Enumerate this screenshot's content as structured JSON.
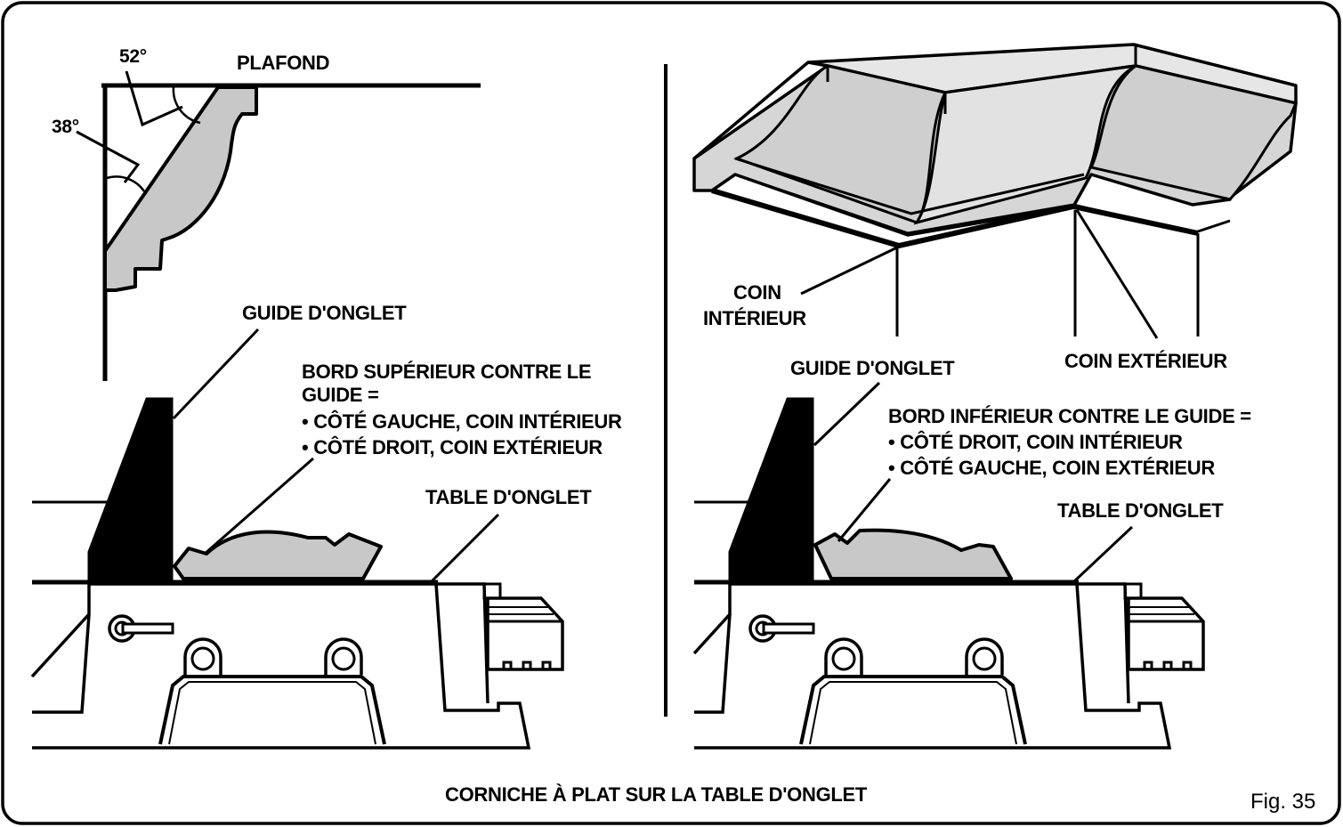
{
  "left": {
    "angle_52": "52°",
    "angle_38": "38°",
    "plafond": "PLAFOND",
    "guide": "GUIDE D'ONGLET",
    "instructions": [
      "BORD SUPÉRIEUR CONTRE LE",
      "GUIDE =",
      "• CÔTÉ GAUCHE, COIN INTÉRIEUR",
      "• CÔTÉ DROIT, COIN EXTÉRIEUR"
    ],
    "table": "TABLE D'ONGLET"
  },
  "right": {
    "coin_interieur": [
      "COIN",
      "INTÉRIEUR"
    ],
    "coin_exterieur": "COIN EXTÉRIEUR",
    "guide": "GUIDE D'ONGLET",
    "instructions": [
      "BORD INFÉRIEUR CONTRE LE GUIDE =",
      "• CÔTÉ DROIT, COIN INTÉRIEUR",
      "• CÔTÉ GAUCHE, COIN EXTÉRIEUR"
    ],
    "table": "TABLE D'ONGLET"
  },
  "caption": "CORNICHE À PLAT SUR LA TABLE D'ONGLET",
  "figure_number": "Fig. 35",
  "colors": {
    "ink": "#000000",
    "molding_fill": "#c8c8c8",
    "molding_light": "#e2e2e2",
    "background": "#ffffff"
  }
}
